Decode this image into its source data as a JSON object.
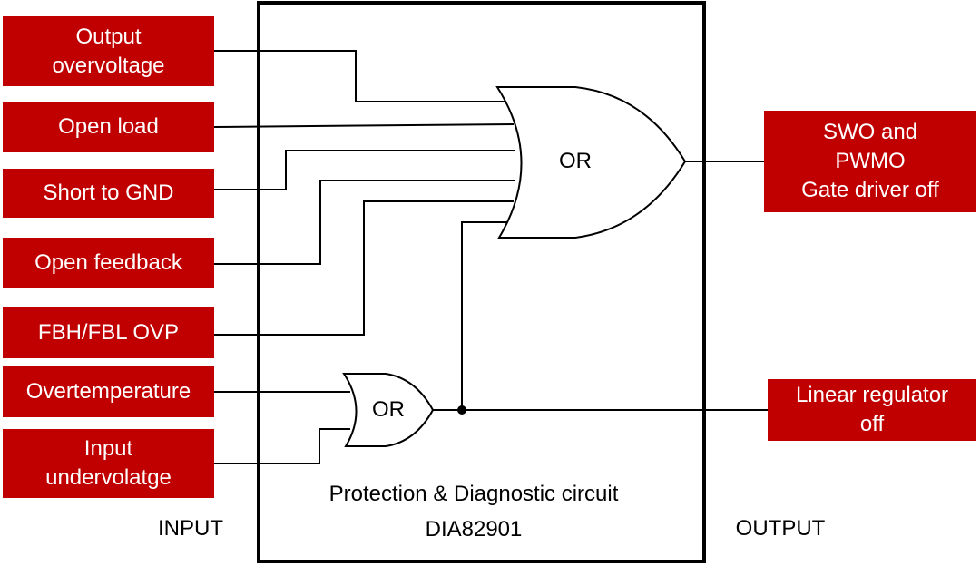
{
  "colors": {
    "box_fill": "#c00000",
    "box_text": "#ffffff",
    "line": "#000000"
  },
  "inputs": {
    "output_overvoltage": "Output\novervoltage",
    "open_load": "Open load",
    "short_to_gnd": "Short to GND",
    "open_feedback": "Open feedback",
    "fbh_fbl_ovp": "FBH/FBL OVP",
    "overtemperature": "Overtemperature",
    "input_undervoltage": "Input\nundervolatge"
  },
  "outputs": {
    "gate_driver_off": "SWO and\nPWMO\nGate driver off",
    "linear_regulator_off": "Linear regulator\noff"
  },
  "gates": {
    "main_or": "OR",
    "small_or": "OR"
  },
  "circuit": {
    "label": "Protection & Diagnostic circuit",
    "part_number": "DIA82901"
  },
  "section_labels": {
    "input": "INPUT",
    "output": "OUTPUT"
  }
}
